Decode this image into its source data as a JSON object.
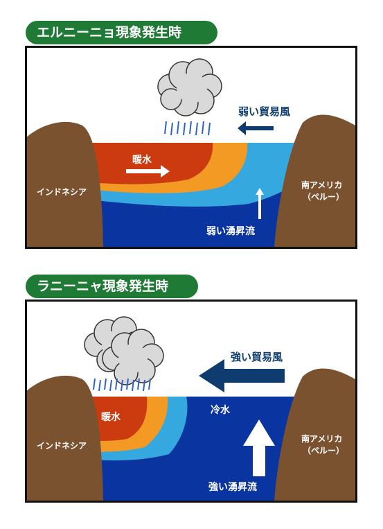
{
  "colors": {
    "title_green": "#1e7a35",
    "warm_red": "#cc3a10",
    "warm_orange": "#f39a25",
    "light_blue": "#36a8e0",
    "deep_blue": "#0a35a0",
    "land_brown": "#7b5230",
    "cloud_gray": "#d9d9d9",
    "rain_blue": "#2a62c8",
    "wind_navy": "#0e3c6e"
  },
  "icons": [
    "cloud-icon",
    "rain-icon",
    "wind-arrow-icon",
    "current-arrow-icon",
    "upwelling-arrow-icon"
  ],
  "el_nino": {
    "title": "エルニーニョ現象発生時",
    "trade_wind": "弱い貿易風",
    "warm_water": "暖水",
    "upwelling": "弱い湧昇流",
    "indonesia": "インドネシア",
    "south_america_1": "南アメリカ",
    "south_america_2": "（ペルー）"
  },
  "la_nina": {
    "title": "ラニーニャ現象発生時",
    "trade_wind": "強い貿易風",
    "warm_water": "暖水",
    "cold_water": "冷水",
    "upwelling": "強い湧昇流",
    "indonesia": "インドネシア",
    "south_america_1": "南アメリカ",
    "south_america_2": "（ペルー）"
  }
}
